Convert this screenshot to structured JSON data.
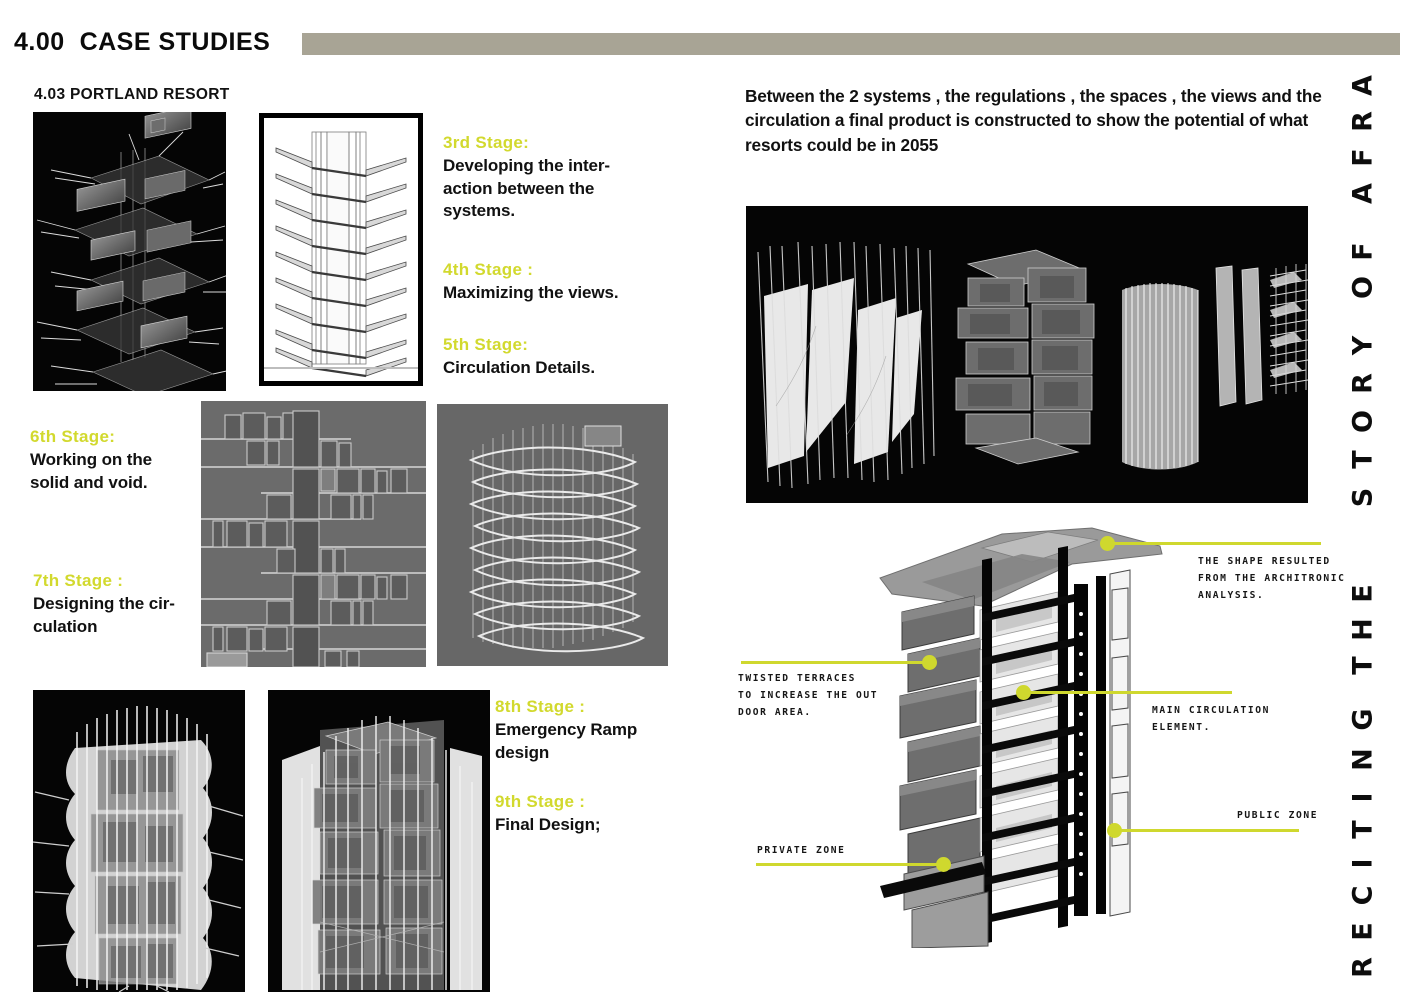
{
  "header": {
    "section_number": "4.00",
    "section_title": "CASE STUDIES",
    "bar_color": "#a8a495",
    "subsection": "4.03 PORTLAND RESORT"
  },
  "accent_color": "#d2d92e",
  "leader_color": "#cfd82e",
  "stages": [
    {
      "id": "stage-3",
      "head": "3rd  Stage:",
      "body": "Developing the inter-\naction between the\nsystems."
    },
    {
      "id": "stage-4",
      "head": "4th   Stage :",
      "body": "Maximizing the views."
    },
    {
      "id": "stage-5",
      "head": "5th   Stage:",
      "body": "Circulation Details."
    },
    {
      "id": "stage-6",
      "head": "6th   Stage:",
      "body": "Working on the\nsolid and void."
    },
    {
      "id": "stage-7",
      "head": "7th   Stage :",
      "body": " Designing the cir-\nculation"
    },
    {
      "id": "stage-8",
      "head": "8th   Stage :",
      "body": "Emergency Ramp\ndesign"
    },
    {
      "id": "stage-9",
      "head": "9th   Stage :",
      "body": " Final Design;"
    }
  ],
  "intro": {
    "paragraph": "Between the 2 systems , the regulations , the spaces , the views and the circulation a final product is constructed to show the potential of what resorts could be in 2055"
  },
  "callouts": [
    {
      "id": "callout-shape",
      "text": "THE SHAPE RESULTED\nFROM THE ARCHITRONIC\nANALYSIS."
    },
    {
      "id": "callout-terraces",
      "text": "TWISTED TERRACES\nTO INCREASE THE OUT\nDOOR AREA."
    },
    {
      "id": "callout-circulation",
      "text": "MAIN CIRCULATION\nELEMENT."
    },
    {
      "id": "callout-public",
      "text": "PUBLIC ZONE"
    },
    {
      "id": "callout-private",
      "text": "PRIVATE ZONE"
    }
  ],
  "side_title": {
    "text": "RECITING THE STORY OF AFRA",
    "letters": [
      "R",
      "E",
      "C",
      "I",
      "T",
      "I",
      "N",
      "G",
      " ",
      "T",
      "H",
      "E",
      " ",
      "S",
      "T",
      "O",
      "R",
      "Y",
      " ",
      "O",
      "F",
      " ",
      "A",
      "F",
      "R",
      "A"
    ],
    "reading_direction": "bottom-to-top"
  },
  "figures": [
    {
      "id": "fig-exploded-trays",
      "caption_ref": "stage-3",
      "background": "#050505",
      "type": "axonometric-wireframe-massing"
    },
    {
      "id": "fig-section-terraces",
      "caption_ref": "stage-5",
      "background": "#ffffff",
      "type": "section-elevation",
      "framed": true
    },
    {
      "id": "fig-solid-void",
      "caption_ref": "stage-6",
      "background": "#6b6b6b",
      "type": "solid-void-elevation"
    },
    {
      "id": "fig-circulation-ribs",
      "caption_ref": "stage-7",
      "background": "#6b6b6b",
      "type": "circulation-tower"
    },
    {
      "id": "fig-ramp-cage",
      "caption_ref": "stage-8",
      "background": "#050505",
      "type": "emergency-ramp-model"
    },
    {
      "id": "fig-final-massing",
      "caption_ref": "stage-9",
      "background": "#050505",
      "type": "final-design-model"
    },
    {
      "id": "fig-systems-strip",
      "background": "#050505",
      "type": "system-components-row"
    },
    {
      "id": "fig-final-section",
      "background": "#ffffff",
      "type": "annotated-cutaway-section"
    }
  ]
}
